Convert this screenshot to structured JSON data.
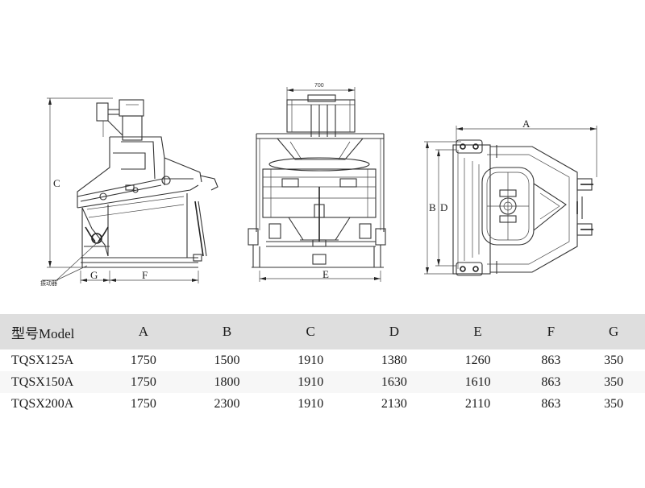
{
  "drawings": {
    "side_view": {
      "labels": {
        "c": "C",
        "g": "G",
        "f": "F"
      },
      "callout": "振动器"
    },
    "front_view": {
      "labels": {
        "top_dim": "700",
        "e": "E"
      }
    },
    "top_view": {
      "labels": {
        "a": "A",
        "b": "B",
        "d": "D"
      }
    }
  },
  "table": {
    "headers": [
      "型号Model",
      "A",
      "B",
      "C",
      "D",
      "E",
      "F",
      "G"
    ],
    "rows": [
      [
        "TQSX125A",
        "1750",
        "1500",
        "1910",
        "1380",
        "1260",
        "863",
        "350"
      ],
      [
        "TQSX150A",
        "1750",
        "1800",
        "1910",
        "1630",
        "1610",
        "863",
        "350"
      ],
      [
        "TQSX200A",
        "1750",
        "2300",
        "1910",
        "2130",
        "2110",
        "863",
        "350"
      ]
    ]
  }
}
